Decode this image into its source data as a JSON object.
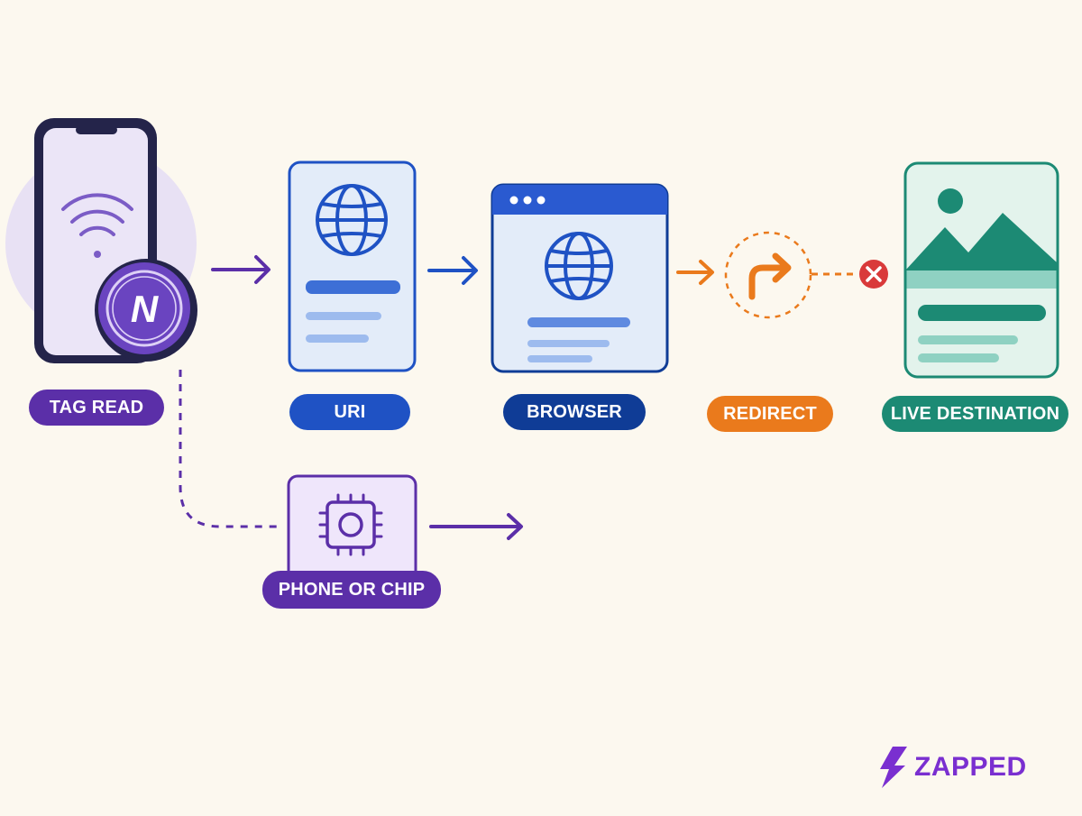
{
  "labels": {
    "tag_read": "TAG READ",
    "uri": "URI",
    "browser": "BROWSER",
    "redirect": "REDIRECT",
    "live_destination": "LIVE DESTINATION",
    "phone_or_chip": "PHONE OR CHIP"
  },
  "nfc_tag_letter": "N",
  "brand": {
    "name": "ZAPPED"
  },
  "icons": [
    "phone-icon",
    "wifi-icon",
    "nfc-tag-icon",
    "globe-icon",
    "browser-window-icon",
    "redirect-arrow-icon",
    "error-x-icon",
    "image-landscape-icon",
    "chip-icon",
    "lightning-logo-icon"
  ],
  "colors": {
    "background": "#fcf8ef",
    "purple": "#5b2fa8",
    "blue": "#1f52c4",
    "navy": "#0f3c96",
    "orange": "#ea7a1c",
    "teal": "#1c8a74",
    "red": "#d93a3a"
  }
}
